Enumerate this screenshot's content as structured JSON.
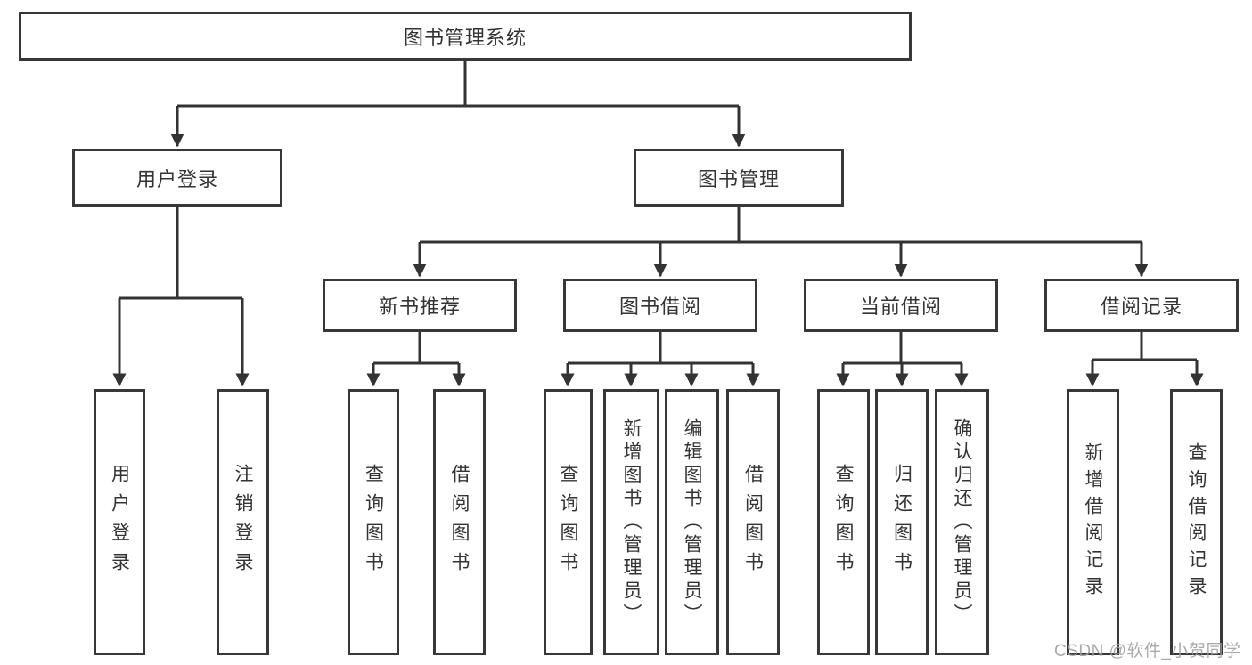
{
  "diagram": {
    "type": "hierarchy-tree",
    "root": {
      "label": "图书管理系统",
      "children": [
        {
          "label": "用户登录",
          "children": [
            {
              "label": "用户登录"
            },
            {
              "label": "注销登录"
            }
          ]
        },
        {
          "label": "图书管理",
          "children": [
            {
              "label": "新书推荐",
              "children": [
                {
                  "label": "查询图书"
                },
                {
                  "label": "借阅图书"
                }
              ]
            },
            {
              "label": "图书借阅",
              "children": [
                {
                  "label": "查询图书"
                },
                {
                  "label": "新增图书（管理员）"
                },
                {
                  "label": "编辑图书（管理员）"
                },
                {
                  "label": "借阅图书"
                }
              ]
            },
            {
              "label": "当前借阅",
              "children": [
                {
                  "label": "查询图书"
                },
                {
                  "label": "归还图书"
                },
                {
                  "label": "确认归还（管理员）"
                }
              ]
            },
            {
              "label": "借阅记录",
              "children": [
                {
                  "label": "新增借阅记录"
                },
                {
                  "label": "查询借阅记录"
                }
              ]
            }
          ]
        }
      ]
    },
    "watermark": "CSDN @软件_小贺同学",
    "colors": {
      "box_border": "#383838",
      "connector_line": "#333333",
      "text": "#333333",
      "background": "#ffffff",
      "watermark_text": "#9f9f9f"
    }
  }
}
